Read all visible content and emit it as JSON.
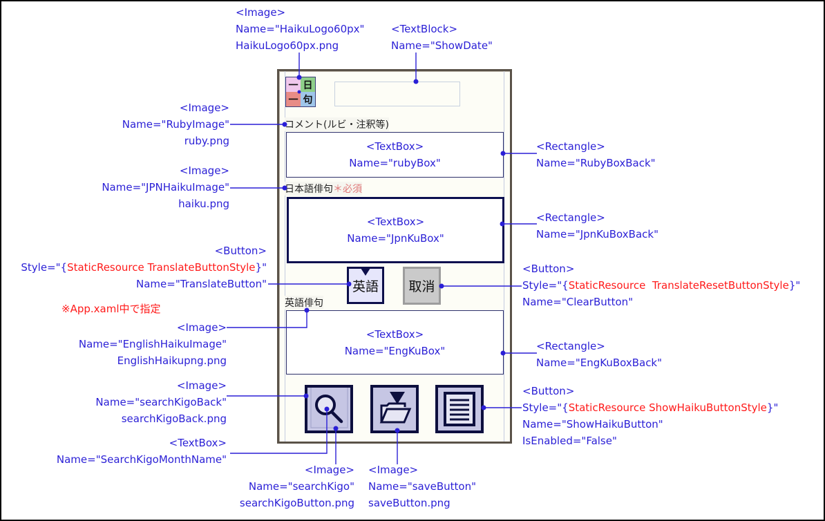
{
  "colors": {
    "annotation": "#2a1fd6",
    "resource": "#ff1a1a",
    "frame": "#5a5248",
    "panel_bg": "#fdfdf6",
    "icon_bg": "#c6c6e4",
    "icon_border": "#0d0f3e"
  },
  "app": {
    "logo": {
      "glyphs": [
        "一",
        "日",
        "一",
        "句"
      ],
      "icon": "haiku-logo-icon"
    },
    "show_date_value": "",
    "ruby_caption": "コメント(ルビ・注釈等)",
    "jpn_caption": "日本語俳句",
    "jpn_required": "＊必須",
    "eng_caption": "英語俳句",
    "ruby_box": {
      "line1": "<TextBox>",
      "line2": "Name=\"rubyBox\""
    },
    "jpn_box": {
      "line1": "<TextBox>",
      "line2": "Name=\"JpnKuBox\""
    },
    "eng_box": {
      "line1": "<TextBox>",
      "line2": "Name=\"EngKuBox\""
    },
    "translate_label": "英語",
    "clear_label": "取消",
    "icon_buttons": [
      {
        "name": "search-kigo",
        "icon": "magnifier-icon"
      },
      {
        "name": "save",
        "icon": "folder-download-icon"
      },
      {
        "name": "show-haiku",
        "icon": "document-lines-icon"
      }
    ]
  },
  "annotations": {
    "logo": {
      "tag": "<Image>",
      "name": "Name=\"HaikuLogo60px\"",
      "file": "HaikuLogo60px.png"
    },
    "show_date": {
      "tag": "<TextBlock>",
      "name": "Name=\"ShowDate\""
    },
    "ruby_image": {
      "tag": "<Image>",
      "name": "Name=\"RubyImage\"",
      "file": "ruby.png"
    },
    "jpn_image": {
      "tag": "<Image>",
      "name": "Name=\"JPNHaikuImage\"",
      "file": "haiku.png"
    },
    "translate_button": {
      "tag": "<Button>",
      "style_prefix": "Style=\"{",
      "style_resource": "StaticResource TranslateButtonStyle",
      "style_suffix": "}\"",
      "name": "Name=\"TranslateButton\""
    },
    "app_xaml_note": "※App.xaml中で指定",
    "english_image": {
      "tag": "<Image>",
      "name": "Name=\"EnglishHaikuImage\"",
      "file": "EnglishHaikupng.png"
    },
    "search_kigo_back": {
      "tag": "<Image>",
      "name": "Name=\"searchKigoBack\"",
      "file": "searchKigoBack.png"
    },
    "search_kigo_month": {
      "tag": "<TextBox>",
      "name": "Name=\"SearchKigoMonthName\""
    },
    "search_kigo": {
      "tag": "<Image>",
      "name": "Name=\"searchKigo\"",
      "file": "searchKigoButton.png"
    },
    "save_button": {
      "tag": "<Image>",
      "name": "Name=\"saveButton\"",
      "file": "saveButton.png"
    },
    "ruby_box_back": {
      "tag": "<Rectangle>",
      "name": "Name=\"RubyBoxBack\""
    },
    "jpn_box_back": {
      "tag": "<Rectangle>",
      "name": "Name=\"JpnKuBoxBack\""
    },
    "clear_button": {
      "tag": "<Button>",
      "style_prefix": "Style=\"{",
      "style_resource": "StaticResource  TranslateResetButtonStyle",
      "style_suffix": "}\"",
      "name": "Name=\"ClearButton\""
    },
    "eng_box_back": {
      "tag": "<Rectangle>",
      "name": "Name=\"EngKuBoxBack\""
    },
    "show_haiku_button": {
      "tag": "<Button>",
      "style_prefix": "Style=\"{",
      "style_resource": "StaticResource ShowHaikuButtonStyle",
      "style_suffix": "}\"",
      "name": "Name=\"ShowHaikuButton\"",
      "enabled": "IsEnabled=\"False\""
    }
  }
}
